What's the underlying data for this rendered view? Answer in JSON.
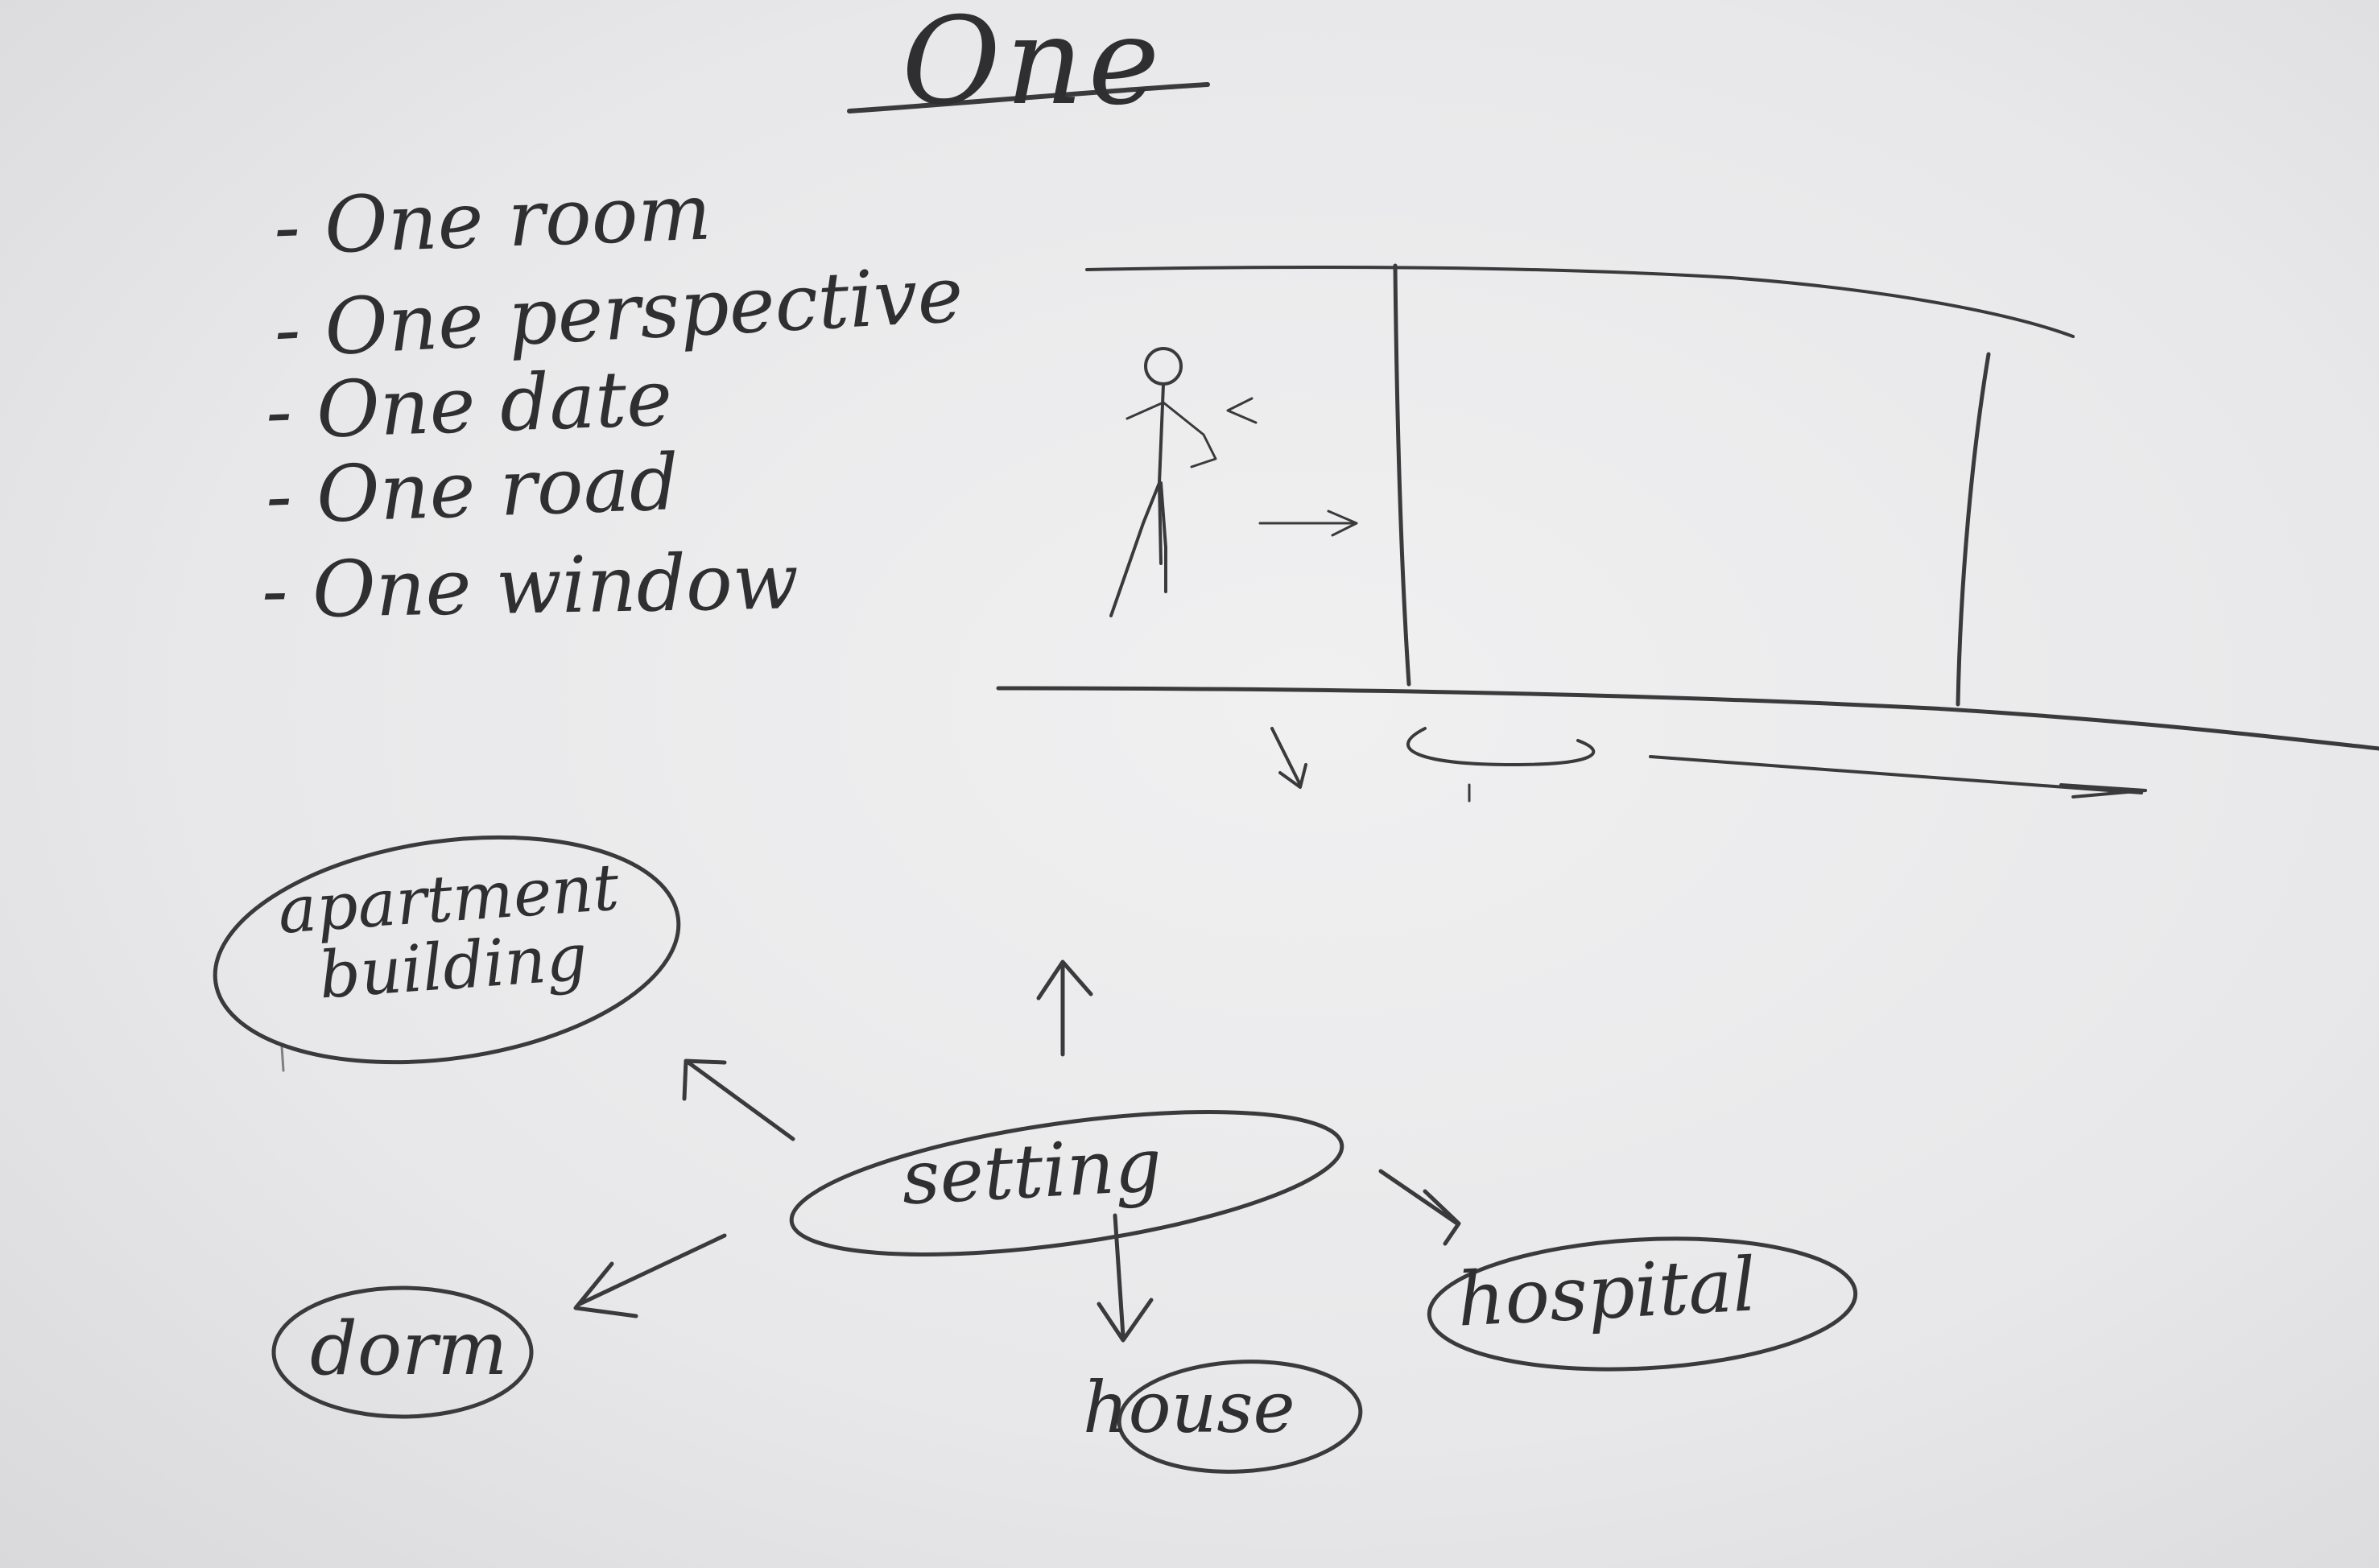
{
  "title": "One",
  "list": [
    "- One room",
    "- One perspective",
    "- One date",
    "- One road",
    "- One window"
  ],
  "mind_map": {
    "center": "setting",
    "nodes": {
      "apartment": "apartment building",
      "dorm": "dorm",
      "house": "house",
      "hospital": "hospital"
    }
  }
}
